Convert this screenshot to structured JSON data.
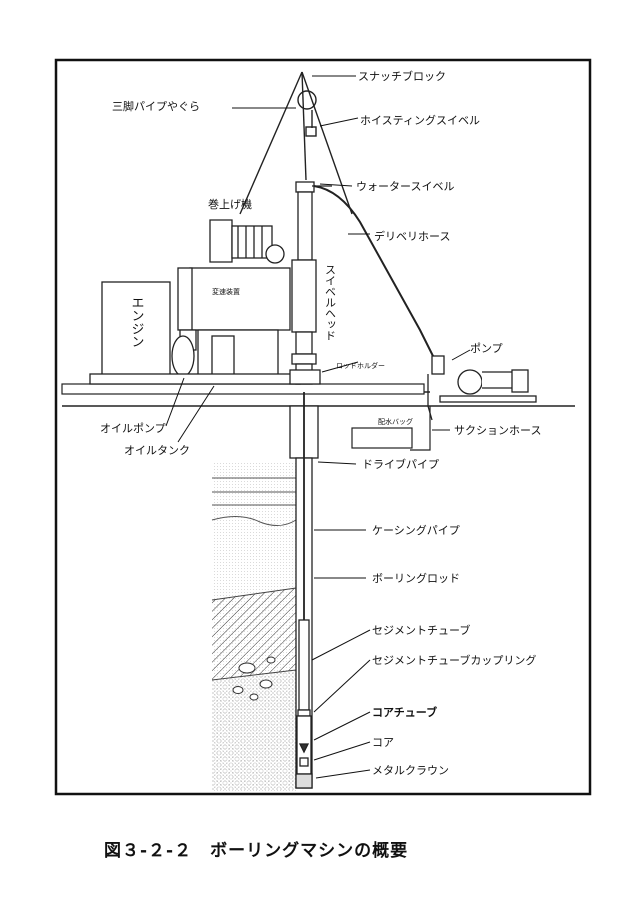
{
  "caption": "図３-２-２　ボーリングマシンの概要",
  "labels": {
    "snatch_block": "スナッチブロック",
    "tripod": "三脚パイプやぐら",
    "hoisting_swivel": "ホイスティングスイベル",
    "water_swivel": "ウォータースイベル",
    "winch": "巻上げ機",
    "delivery_hose": "デリベリホース",
    "swivel_head": "スイベルヘッド",
    "transmission": "変速装置",
    "engine": "エンジン",
    "rod_holder": "ロッドホルダー",
    "pump": "ポンプ",
    "oil_pump": "オイルポンプ",
    "oil_tank": "オイルタンク",
    "water_tank": "配水バッグ",
    "suction_hose": "サクションホース",
    "drive_pipe": "ドライブパイプ",
    "casing_pipe": "ケーシングパイプ",
    "boring_rod": "ボーリングロッド",
    "sediment_tube": "セジメントチューブ",
    "sediment_coupling": "セジメントチューブカップリング",
    "core_tube": "コアチューブ",
    "core": "コア",
    "metal_crown": "メタルクラウン"
  }
}
